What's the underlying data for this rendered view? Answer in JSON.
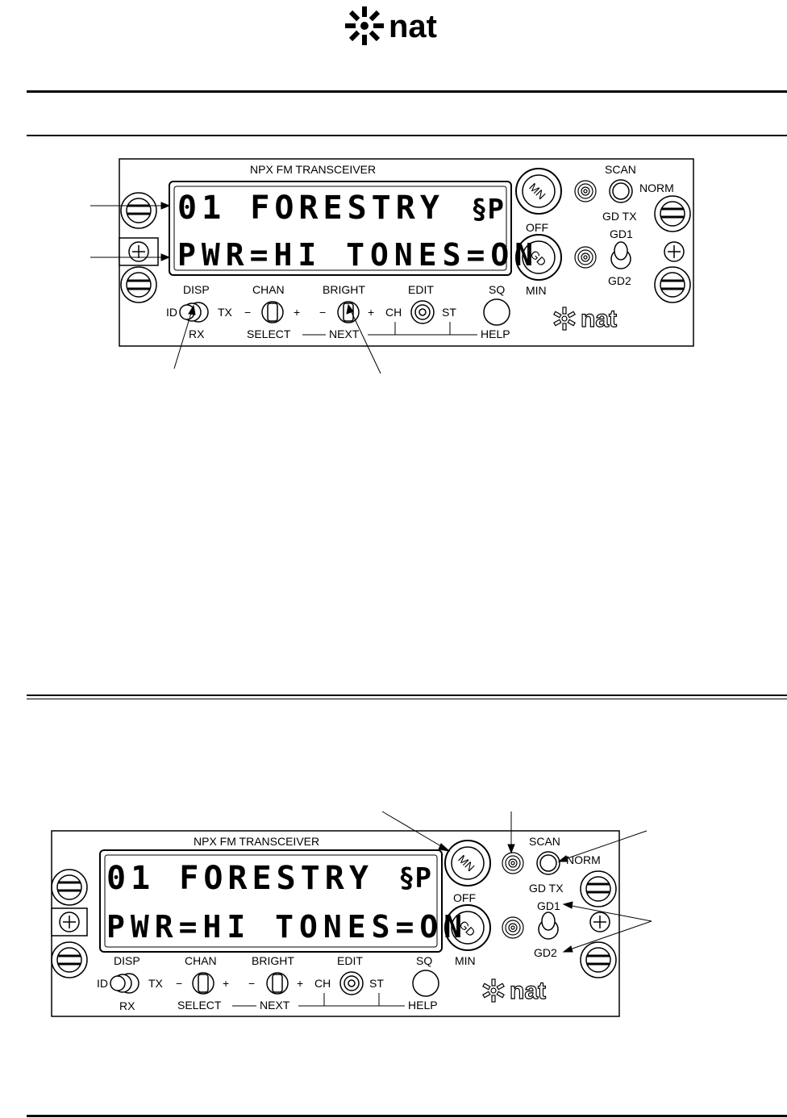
{
  "brand": {
    "logo_text": "nat"
  },
  "panel": {
    "title": "NPX FM TRANSCEIVER",
    "display_line1_left": "01 FORESTRY",
    "display_line1_right": "§P",
    "display_line2": "PWR=HI TONES=ON",
    "knob_mn_label": "MN",
    "knob_off_label": "OFF",
    "knob_gd_label": "GD",
    "knob_min_label": "MIN",
    "scan_label": "SCAN",
    "norm_label": "NORM",
    "gdtx_label": "GD TX",
    "gd1_label": "GD1",
    "gd2_label": "GD2",
    "disp_label": "DISP",
    "id_label": "ID",
    "tx_label": "TX",
    "rx_label": "RX",
    "chan_label": "CHAN",
    "bright_label": "BRIGHT",
    "edit_label": "EDIT",
    "sq_label": "SQ",
    "minus": "−",
    "plus": "+",
    "ch_label": "CH",
    "st_label": "ST",
    "select_label": "SELECT",
    "next_label": "NEXT",
    "help_label": "HELP",
    "panel_logo_text": "nat"
  },
  "colors": {
    "ink": "#000000",
    "paper": "#ffffff"
  }
}
